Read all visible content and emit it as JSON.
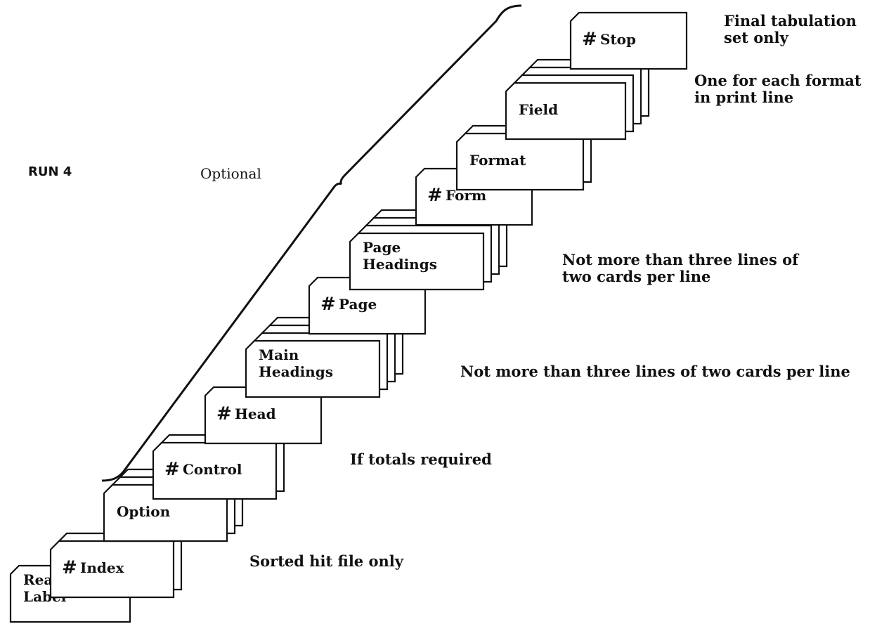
{
  "run_label": "RUN 4",
  "optional_label": "Optional",
  "cards": [
    {
      "id": "read-tape-label",
      "text": [
        "Read Tape",
        "Label"
      ],
      "hash": false,
      "stack": 1
    },
    {
      "id": "index",
      "text": [
        "Index"
      ],
      "hash": true,
      "stack": 2
    },
    {
      "id": "option",
      "text": [
        "Option"
      ],
      "hash": false,
      "stack": 3
    },
    {
      "id": "control",
      "text": [
        "Control"
      ],
      "hash": true,
      "stack": 2
    },
    {
      "id": "head",
      "text": [
        "Head"
      ],
      "hash": true,
      "stack": 1
    },
    {
      "id": "main-headings",
      "text": [
        "Main",
        "Headings"
      ],
      "hash": false,
      "stack": 4
    },
    {
      "id": "page",
      "text": [
        "Page"
      ],
      "hash": true,
      "stack": 1
    },
    {
      "id": "page-headings",
      "text": [
        "Page",
        "Headings"
      ],
      "hash": false,
      "stack": 4
    },
    {
      "id": "form",
      "text": [
        "Form"
      ],
      "hash": true,
      "stack": 1
    },
    {
      "id": "format",
      "text": [
        "Format"
      ],
      "hash": false,
      "stack": 2
    },
    {
      "id": "field",
      "text": [
        "Field"
      ],
      "hash": false,
      "stack": 4
    },
    {
      "id": "stop",
      "text": [
        "Stop"
      ],
      "hash": true,
      "stack": 1
    }
  ],
  "notes": {
    "stop": [
      "Final tabulation",
      "set only"
    ],
    "field": [
      "One for each format",
      "in print line"
    ],
    "page_headings": [
      "Not more than three lines of",
      "two cards per line"
    ],
    "main_headings": "Not more than three lines of two cards per line",
    "control": "If totals required",
    "index": "Sorted hit file only"
  }
}
